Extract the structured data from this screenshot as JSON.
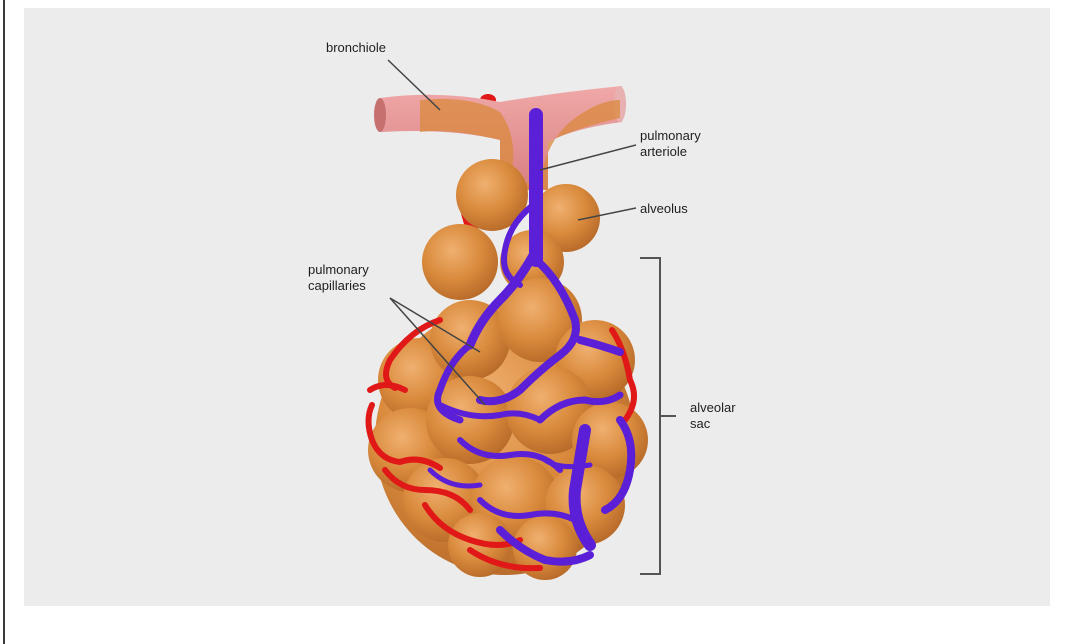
{
  "labels": {
    "bronchiole": "bronchiole",
    "pulmonary_arteriole": "pulmonary\narteriole",
    "alveolus": "alveolus",
    "pulmonary_capillaries": "pulmonary\ncapillaries",
    "alveolar_sac": "alveolar\nsac"
  },
  "colors": {
    "background_panel": "#ececec",
    "bronchiole_pink": "#e89a9a",
    "alveoli_orange": "#d98a3c",
    "arterial_blue": "#5a1fd6",
    "venous_red": "#e01818",
    "leader_line": "#444444"
  }
}
